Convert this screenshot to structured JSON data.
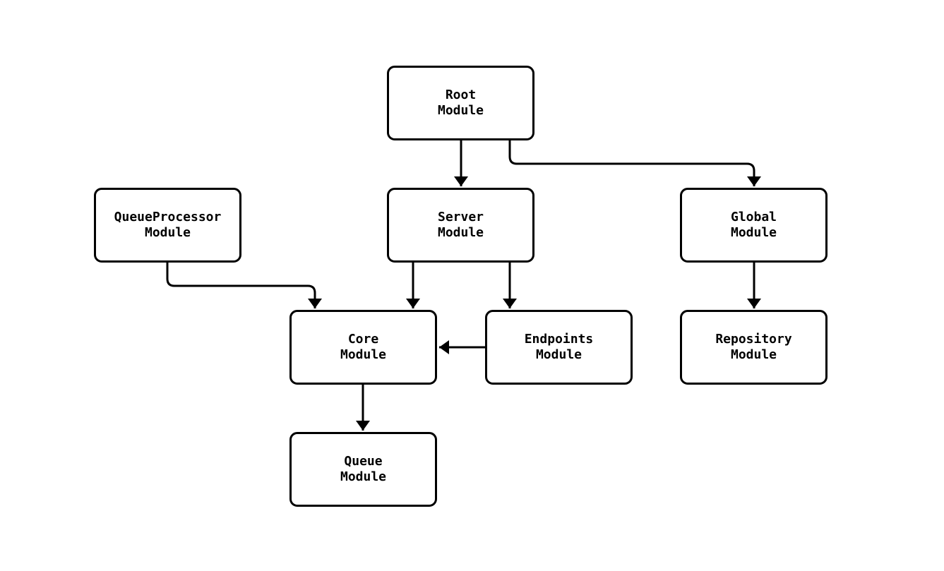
{
  "diagram": {
    "type": "module-dependency-graph",
    "background_color": "#ffffff",
    "node_fill_color": "#ffffff",
    "node_border_color": "#000000",
    "edge_color": "#000000",
    "nodes": [
      {
        "id": "root",
        "label": "Root\nModule"
      },
      {
        "id": "queueprocessor",
        "label": "QueueProcessor\nModule"
      },
      {
        "id": "server",
        "label": "Server\nModule"
      },
      {
        "id": "global",
        "label": "Global\nModule"
      },
      {
        "id": "core",
        "label": "Core\nModule"
      },
      {
        "id": "endpoints",
        "label": "Endpoints\nModule"
      },
      {
        "id": "repository",
        "label": "Repository\nModule"
      },
      {
        "id": "queue",
        "label": "Queue\nModule"
      }
    ],
    "edges": [
      {
        "from": "root",
        "to": "server"
      },
      {
        "from": "root",
        "to": "global"
      },
      {
        "from": "queueprocessor",
        "to": "core"
      },
      {
        "from": "server",
        "to": "core"
      },
      {
        "from": "server",
        "to": "endpoints"
      },
      {
        "from": "endpoints",
        "to": "core"
      },
      {
        "from": "global",
        "to": "repository"
      },
      {
        "from": "core",
        "to": "queue"
      }
    ]
  }
}
